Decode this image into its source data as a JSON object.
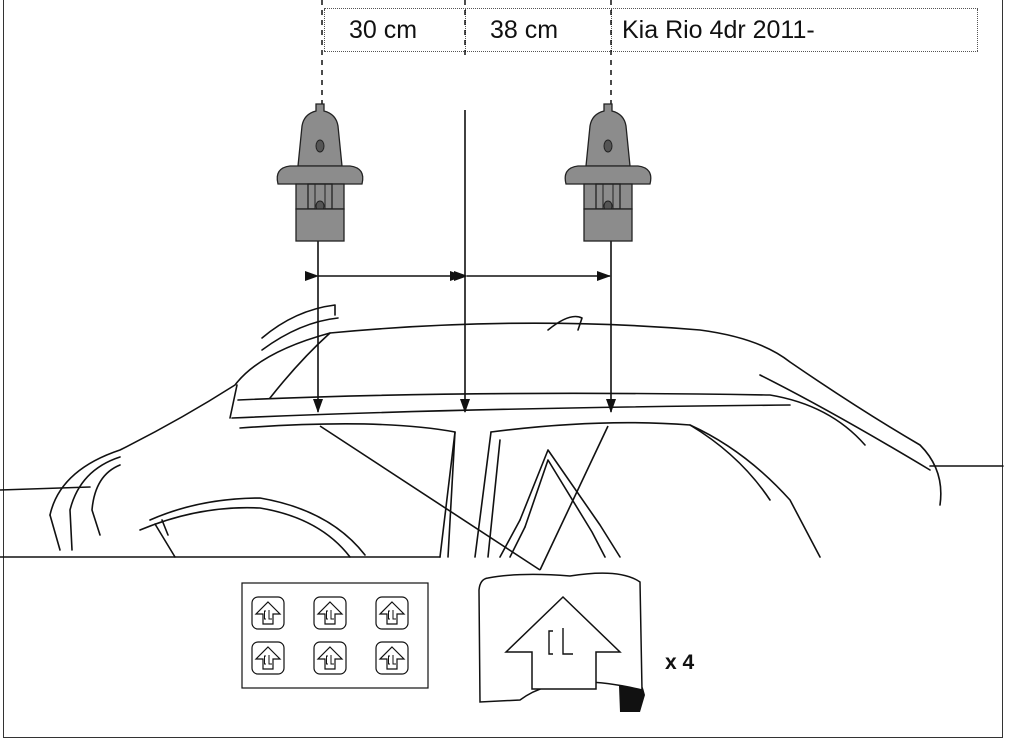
{
  "measurements": {
    "front_spacing": "30 cm",
    "rear_spacing": "38 cm",
    "vehicle_model": "Kia Rio 4dr 2011-"
  },
  "stickers": {
    "quantity_label": "x 4",
    "sticker_glyph": "CL"
  },
  "icons": {
    "foot": "roof-rack-foot-icon",
    "sticker": "arrow-up-sticker-icon"
  },
  "colors": {
    "foot_fill": "#8c8c8c",
    "foot_shade": "#6e6e6e",
    "line": "#111111",
    "sticker_shadow": "#111111"
  }
}
